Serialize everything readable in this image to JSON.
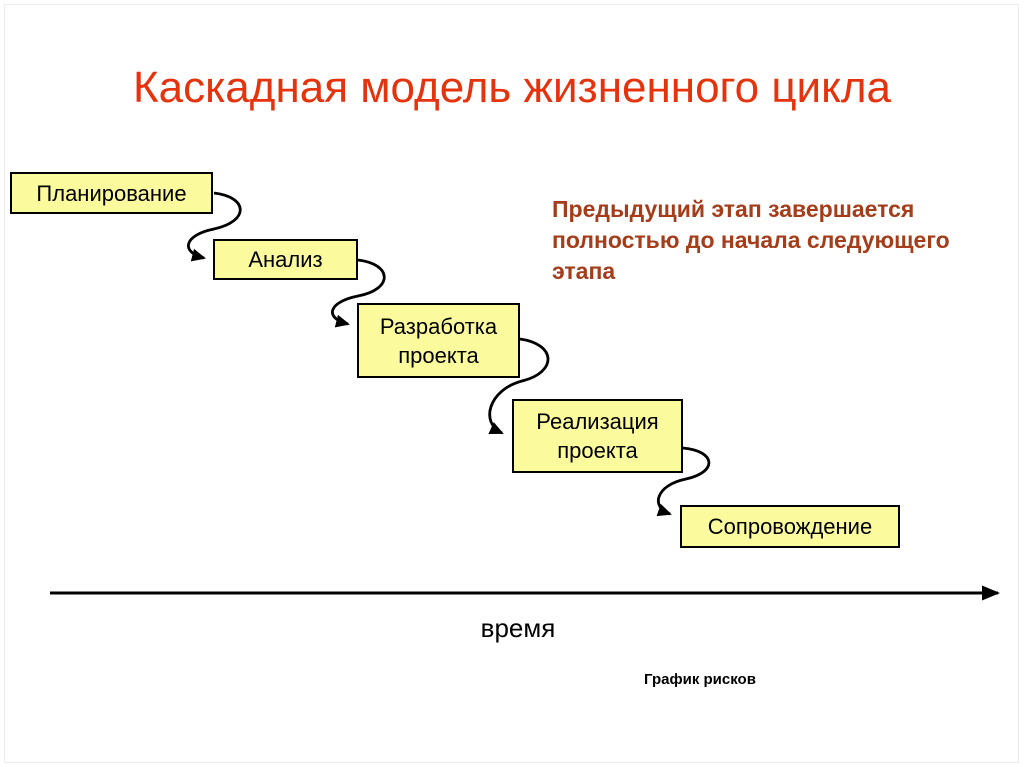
{
  "page": {
    "title": "Каскадная модель жизненного цикла"
  },
  "diagram": {
    "type": "cascade-flow",
    "stages": [
      {
        "label": "Планирование"
      },
      {
        "label": "Анализ"
      },
      {
        "label": "Разработка проекта"
      },
      {
        "label": "Реализация проекта"
      },
      {
        "label": "Сопровождение"
      }
    ],
    "annotation": {
      "full_text": "Предыдущий этап завершается полностью до начала следующего этапа",
      "lines": [
        "Предыдущий этап завершается",
        "полностью до начала следующего",
        "этапа"
      ]
    },
    "time_axis_label": "время",
    "caption": "График рисков"
  },
  "colors": {
    "title_text": "#e5330e",
    "annotation_text": "#a53c1a",
    "stage_fill": "#fbfb9e",
    "stage_border": "#000000",
    "connector": "#000000",
    "background": "#ffffff"
  }
}
